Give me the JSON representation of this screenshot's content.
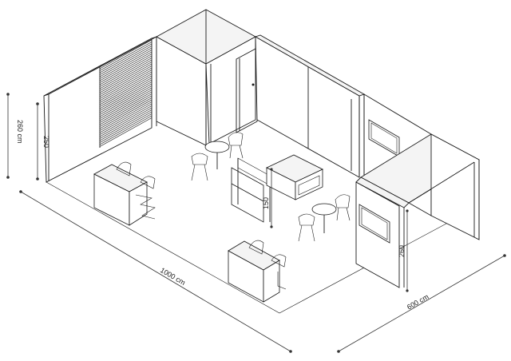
{
  "dimensions": {
    "length": "1000 cm",
    "depth": "600 cm",
    "wall_height_outer": "260 cm",
    "wall_height_inner": "250",
    "counter_height": "150",
    "booth_height": "260"
  }
}
